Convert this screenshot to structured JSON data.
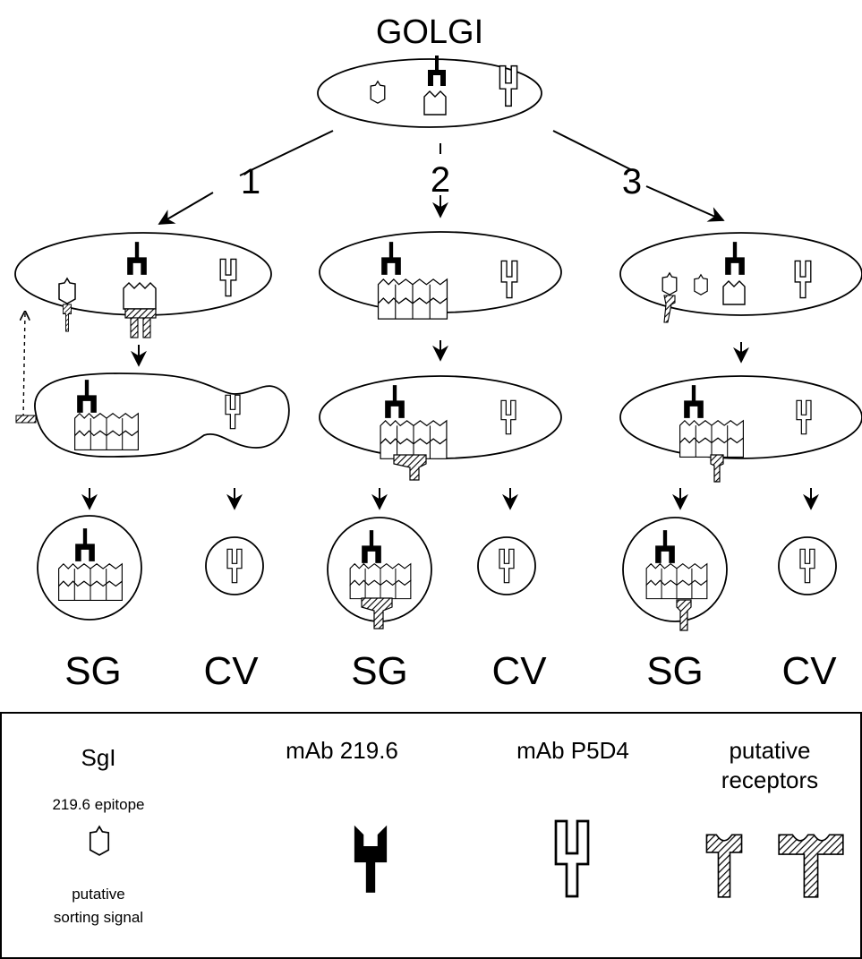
{
  "title": "GOLGI",
  "pathways": [
    {
      "label": "1"
    },
    {
      "label": "2"
    },
    {
      "label": "3"
    }
  ],
  "compartments": [
    {
      "label": "SG"
    },
    {
      "label": "CV"
    },
    {
      "label": "SG"
    },
    {
      "label": "CV"
    },
    {
      "label": "SG"
    },
    {
      "label": "CV"
    }
  ],
  "legend": {
    "sgi": {
      "title": "SgI",
      "epitope": "219.6 epitope",
      "signal_line1": "putative",
      "signal_line2": "sorting signal"
    },
    "mab_2196": {
      "title": "mAb 219.6"
    },
    "mab_p5d4": {
      "title": "mAb P5D4"
    },
    "receptors": {
      "line1": "putative",
      "line2": "receptors"
    }
  },
  "colors": {
    "ink": "#000000",
    "background": "#ffffff",
    "hatch": "#000000"
  },
  "icons": {
    "sgi": "hexagon-protein-icon",
    "mab_2196": "black-antibody-icon",
    "mab_p5d4": "white-antibody-icon",
    "receptor": "hatched-receptor-icon"
  }
}
